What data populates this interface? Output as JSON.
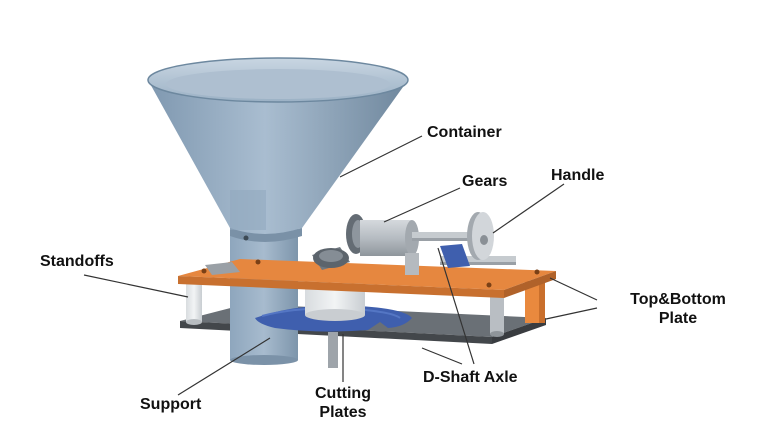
{
  "labels": {
    "container": "Container",
    "gears": "Gears",
    "handle": "Handle",
    "standoffs": "Standoffs",
    "plate_line1": "Top&Bottom",
    "plate_line2": "Plate",
    "support": "Support",
    "cutting_line1": "Cutting",
    "cutting_line2": "Plates",
    "axle": "D-Shaft Axle"
  },
  "colors": {
    "funnel": "#8ea6bd",
    "funnel_dark": "#6d889f",
    "top_plate": "#e6873f",
    "bottom_plate": "#5a5f64",
    "cutting_plate": "#3f5fae",
    "metal": "#b9bec3",
    "standoff_white": "#e4e7ea",
    "standoff_orange": "#e9893e",
    "leader": "#333333",
    "text": "#111111"
  }
}
